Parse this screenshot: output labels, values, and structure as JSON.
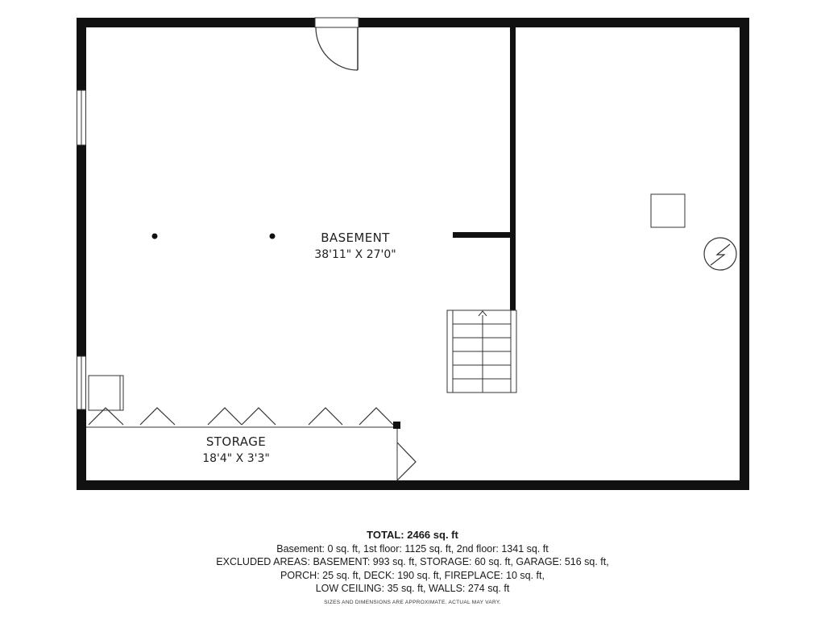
{
  "rooms": {
    "basement": {
      "name": "BASEMENT",
      "dimensions": "38'11\" X 27'0\""
    },
    "storage": {
      "name": "STORAGE",
      "dimensions": "18'4\" X 3'3\""
    }
  },
  "summary": {
    "total": "TOTAL: 2466 sq. ft",
    "line1": "Basement: 0 sq. ft, 1st floor: 1125 sq. ft, 2nd floor: 1341 sq. ft",
    "line2": "EXCLUDED AREAS: BASEMENT: 993 sq. ft, STORAGE: 60 sq. ft, GARAGE: 516 sq. ft,",
    "line3": "PORCH: 25 sq. ft, DECK: 190 sq. ft, FIREPLACE: 10 sq. ft,",
    "line4": "LOW CEILING: 35 sq. ft, WALLS: 274 sq. ft",
    "disclaimer": "SIZES AND DIMENSIONS ARE APPROXIMATE. ACTUAL MAY VARY."
  },
  "fixtures": {
    "electrical_panel_icon": "lightning-bolt-icon",
    "stairs_direction": "up-arrow-icon"
  },
  "colors": {
    "wall": "#111111",
    "line": "#333333",
    "background": "#ffffff"
  }
}
